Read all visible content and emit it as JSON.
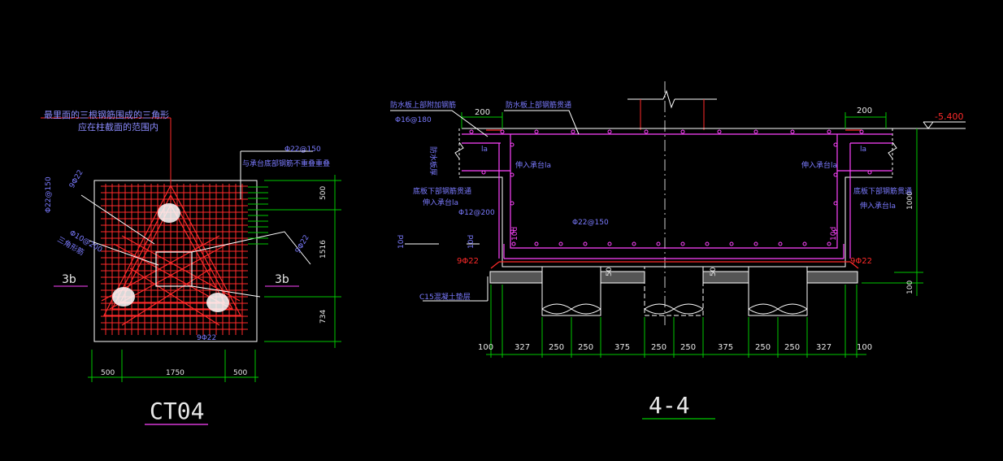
{
  "left_view": {
    "title": "CT04",
    "note_line1": "最里面的三根钢筋围成的三角形",
    "note_line2": "应在柱截面的范围内",
    "rebar_top_right": "Φ22@150",
    "note_top_right": "与承台底部钢筋不重叠重叠",
    "rebar_left_vertical": "Φ22@150",
    "rebar_9phi22_a": "9Φ22",
    "rebar_9phi22_b": "9Φ22",
    "rebar_9phi22_c": "9Φ22",
    "rebar_phi10": "Φ10@200",
    "note_left_small": "三角形筋",
    "label_3b_left": "3b",
    "label_3b_right": "3b",
    "dim_right": [
      "500",
      "1516",
      "734"
    ],
    "dim_bottom": [
      "500",
      "1750",
      "500"
    ]
  },
  "right_view": {
    "title": "4-4",
    "elevation": "-5.400",
    "dim_200_left": "200",
    "dim_200_right": "200",
    "note_top_left": "防水板上部附加钢筋",
    "note_top_mid": "防水板上部钢筋贯通",
    "rebar_phi16": "Φ16@180",
    "note_wall": "防水板厚",
    "la_left": "la",
    "la_right": "la",
    "anchor_left": "伸入承台la",
    "anchor_right": "伸入承台la",
    "note_bottom_left": "底板下部钢筋贯通",
    "note_bottom_right": "底板下部钢筋贯通",
    "anchor_left_2": "伸入承台la",
    "anchor_right_2": "伸入承台la",
    "rebar_phi12": "Φ12@200",
    "rebar_phi22_150": "Φ22@150",
    "rebar_10d_left": "10d",
    "rebar_10d_right": "10d",
    "rebar_10d_cut_left": "10d",
    "rebar_10d_cut_right": "10d",
    "rebar_9phi22_left": "9Φ22",
    "rebar_9phi22_right": "9Φ22",
    "dim_50_left": "50",
    "dim_50_right": "50",
    "note_c15": "C15混凝土垫层",
    "dim_right_1000": "1000",
    "dim_right_100": "100",
    "dim_bottom": [
      "100",
      "327",
      "250",
      "250",
      "375",
      "250",
      "250",
      "375",
      "250",
      "250",
      "327",
      "100"
    ]
  }
}
